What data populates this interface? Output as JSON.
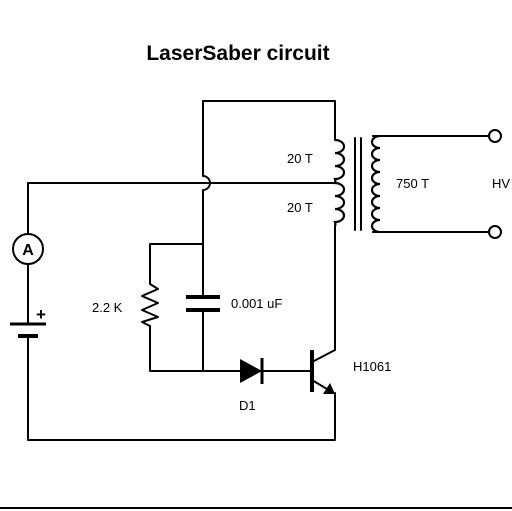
{
  "title": "LaserSaber circuit",
  "labels": {
    "primary_turns_top": "20 T",
    "primary_turns_bottom": "20 T",
    "secondary_turns": "750 T",
    "output": "HV",
    "resistor": "2.2 K",
    "capacitor": "0.001 uF",
    "diode": "D1",
    "transistor": "H1061",
    "ammeter": "A",
    "battery_polarity": "+"
  }
}
